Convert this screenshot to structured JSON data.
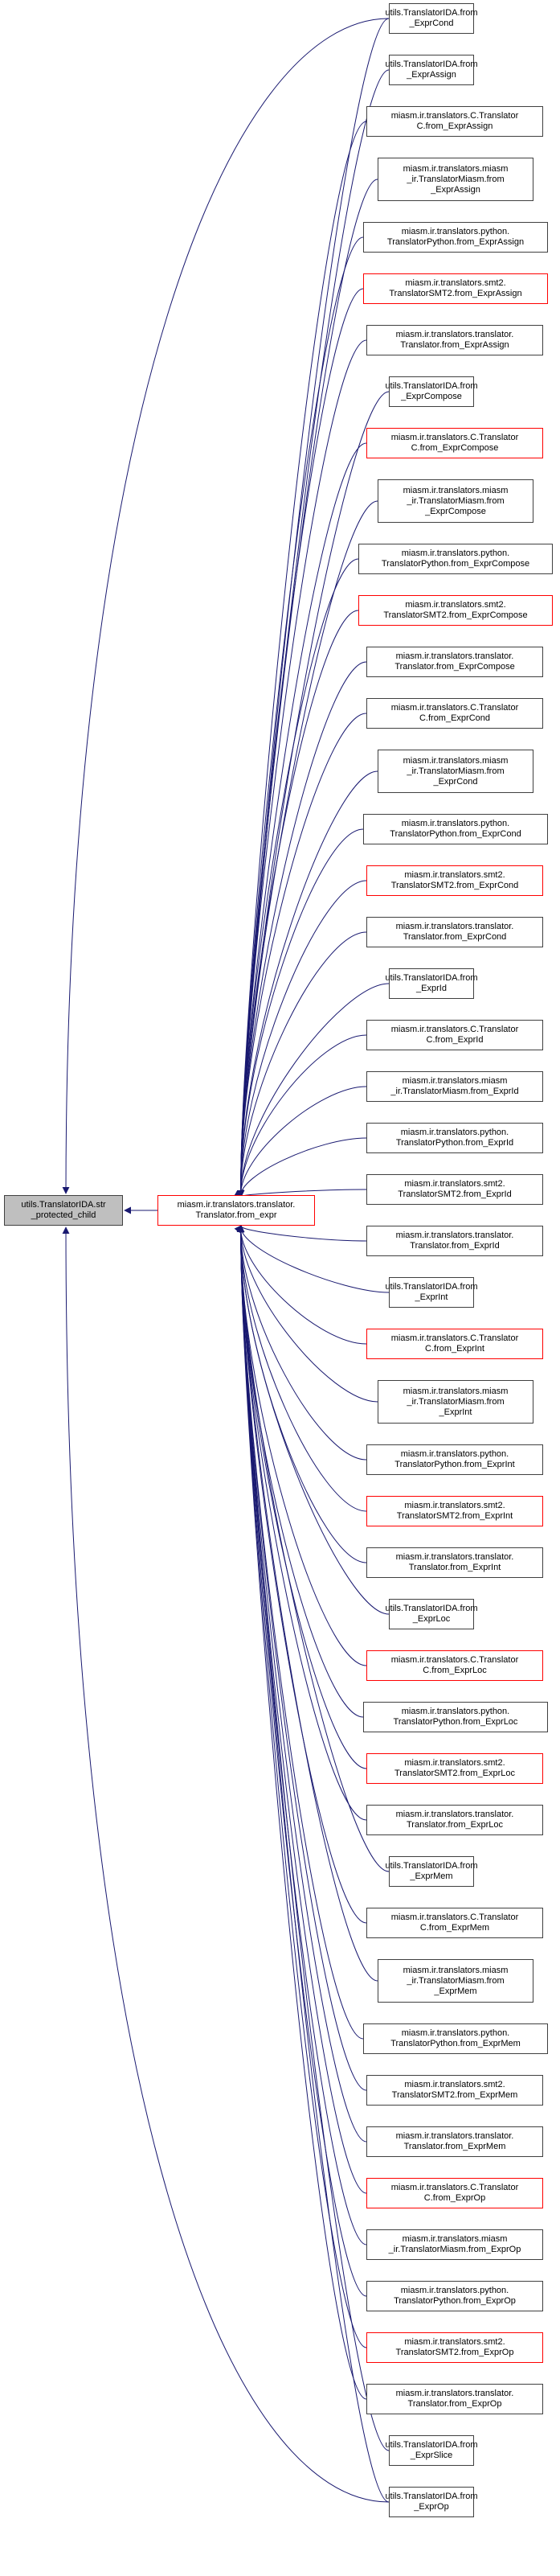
{
  "colors": {
    "edge": "#191970",
    "node_border": "#404040",
    "node_border_red": "#ff0000",
    "root_fill": "#bfbfbf"
  },
  "root": {
    "label": "utils.TranslatorIDA.str\n_protected_child"
  },
  "hub": {
    "label": "miasm.ir.translators.translator.\nTranslator.from_expr",
    "red": true
  },
  "callers": [
    {
      "label": "utils.TranslatorIDA.from\n_ExprCond",
      "red": false
    },
    {
      "label": "utils.TranslatorIDA.from\n_ExprAssign",
      "red": false
    },
    {
      "label": "miasm.ir.translators.C.Translator\nC.from_ExprAssign",
      "red": false
    },
    {
      "label": "miasm.ir.translators.miasm\n_ir.TranslatorMiasm.from\n_ExprAssign",
      "red": false
    },
    {
      "label": "miasm.ir.translators.python.\nTranslatorPython.from_ExprAssign",
      "red": false
    },
    {
      "label": "miasm.ir.translators.smt2.\nTranslatorSMT2.from_ExprAssign",
      "red": true
    },
    {
      "label": "miasm.ir.translators.translator.\nTranslator.from_ExprAssign",
      "red": false
    },
    {
      "label": "utils.TranslatorIDA.from\n_ExprCompose",
      "red": false
    },
    {
      "label": "miasm.ir.translators.C.Translator\nC.from_ExprCompose",
      "red": true
    },
    {
      "label": "miasm.ir.translators.miasm\n_ir.TranslatorMiasm.from\n_ExprCompose",
      "red": false
    },
    {
      "label": "miasm.ir.translators.python.\nTranslatorPython.from_ExprCompose",
      "red": false
    },
    {
      "label": "miasm.ir.translators.smt2.\nTranslatorSMT2.from_ExprCompose",
      "red": true
    },
    {
      "label": "miasm.ir.translators.translator.\nTranslator.from_ExprCompose",
      "red": false
    },
    {
      "label": "miasm.ir.translators.C.Translator\nC.from_ExprCond",
      "red": false
    },
    {
      "label": "miasm.ir.translators.miasm\n_ir.TranslatorMiasm.from\n_ExprCond",
      "red": false
    },
    {
      "label": "miasm.ir.translators.python.\nTranslatorPython.from_ExprCond",
      "red": false
    },
    {
      "label": "miasm.ir.translators.smt2.\nTranslatorSMT2.from_ExprCond",
      "red": true
    },
    {
      "label": "miasm.ir.translators.translator.\nTranslator.from_ExprCond",
      "red": false
    },
    {
      "label": "utils.TranslatorIDA.from\n_ExprId",
      "red": false
    },
    {
      "label": "miasm.ir.translators.C.Translator\nC.from_ExprId",
      "red": false
    },
    {
      "label": "miasm.ir.translators.miasm\n_ir.TranslatorMiasm.from_ExprId",
      "red": false
    },
    {
      "label": "miasm.ir.translators.python.\nTranslatorPython.from_ExprId",
      "red": false
    },
    {
      "label": "miasm.ir.translators.smt2.\nTranslatorSMT2.from_ExprId",
      "red": false
    },
    {
      "label": "miasm.ir.translators.translator.\nTranslator.from_ExprId",
      "red": false
    },
    {
      "label": "utils.TranslatorIDA.from\n_ExprInt",
      "red": false
    },
    {
      "label": "miasm.ir.translators.C.Translator\nC.from_ExprInt",
      "red": true
    },
    {
      "label": "miasm.ir.translators.miasm\n_ir.TranslatorMiasm.from\n_ExprInt",
      "red": false
    },
    {
      "label": "miasm.ir.translators.python.\nTranslatorPython.from_ExprInt",
      "red": false
    },
    {
      "label": "miasm.ir.translators.smt2.\nTranslatorSMT2.from_ExprInt",
      "red": true
    },
    {
      "label": "miasm.ir.translators.translator.\nTranslator.from_ExprInt",
      "red": false
    },
    {
      "label": "utils.TranslatorIDA.from\n_ExprLoc",
      "red": false
    },
    {
      "label": "miasm.ir.translators.C.Translator\nC.from_ExprLoc",
      "red": true
    },
    {
      "label": "miasm.ir.translators.python.\nTranslatorPython.from_ExprLoc",
      "red": false
    },
    {
      "label": "miasm.ir.translators.smt2.\nTranslatorSMT2.from_ExprLoc",
      "red": true
    },
    {
      "label": "miasm.ir.translators.translator.\nTranslator.from_ExprLoc",
      "red": false
    },
    {
      "label": "utils.TranslatorIDA.from\n_ExprMem",
      "red": false
    },
    {
      "label": "miasm.ir.translators.C.Translator\nC.from_ExprMem",
      "red": false
    },
    {
      "label": "miasm.ir.translators.miasm\n_ir.TranslatorMiasm.from\n_ExprMem",
      "red": false
    },
    {
      "label": "miasm.ir.translators.python.\nTranslatorPython.from_ExprMem",
      "red": false
    },
    {
      "label": "miasm.ir.translators.smt2.\nTranslatorSMT2.from_ExprMem",
      "red": false
    },
    {
      "label": "miasm.ir.translators.translator.\nTranslator.from_ExprMem",
      "red": false
    },
    {
      "label": "miasm.ir.translators.C.Translator\nC.from_ExprOp",
      "red": true
    },
    {
      "label": "miasm.ir.translators.miasm\n_ir.TranslatorMiasm.from_ExprOp",
      "red": false
    },
    {
      "label": "miasm.ir.translators.python.\nTranslatorPython.from_ExprOp",
      "red": false
    },
    {
      "label": "miasm.ir.translators.smt2.\nTranslatorSMT2.from_ExprOp",
      "red": true
    },
    {
      "label": "miasm.ir.translators.translator.\nTranslator.from_ExprOp",
      "red": false
    },
    {
      "label": "utils.TranslatorIDA.from\n_ExprSlice",
      "red": false
    },
    {
      "label": "utils.TranslatorIDA.from\n_ExprOp",
      "red": false
    }
  ]
}
